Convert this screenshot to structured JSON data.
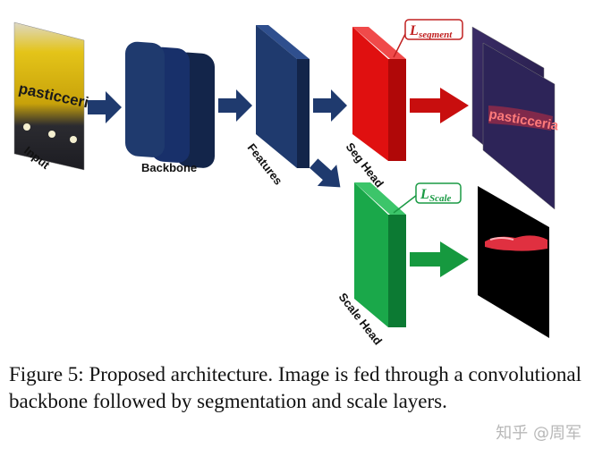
{
  "diagram": {
    "labels": {
      "input": "Input",
      "backbone": "Backbone",
      "features": "Features",
      "seg_head": "Seg Head",
      "scale_head": "Scale Head"
    },
    "input_image_text": "pasticceria",
    "output_image_text": "pasticceria",
    "loss_segment": {
      "symbol": "L",
      "subscript": "segment"
    },
    "loss_scale": {
      "symbol": "L",
      "subscript": "Scale"
    },
    "colors": {
      "navy": "#1f3a6e",
      "navy_dark": "#13254a",
      "seg_red": "#e01010",
      "scale_green": "#1aa84a"
    }
  },
  "caption": {
    "text": "Figure 5: Proposed architecture.  Image is fed through a convolutional backbone followed by segmentation and scale layers."
  },
  "watermark": "知乎 @周军"
}
